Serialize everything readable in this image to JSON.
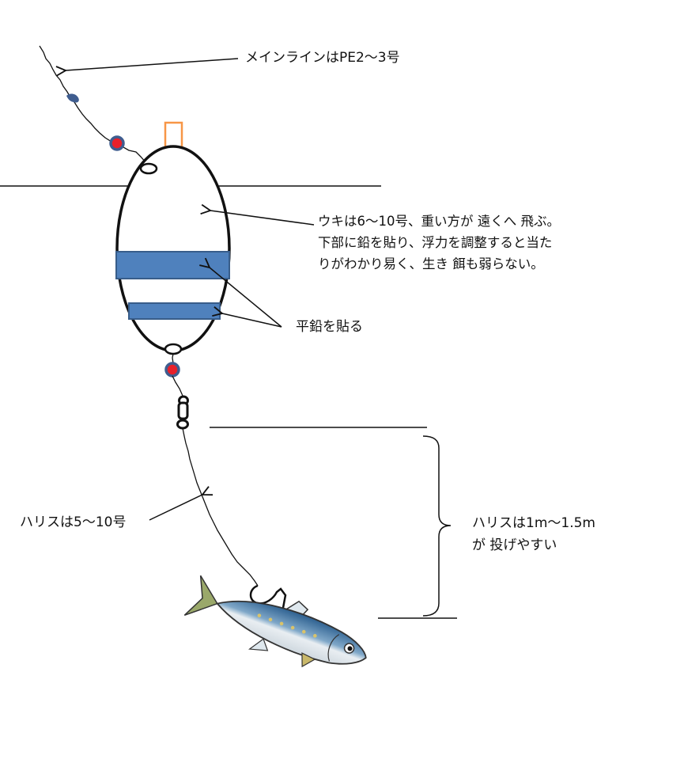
{
  "labels": {
    "main_line": "メインラインはPE2～3号",
    "float_lines": [
      "ウキは6～10号、重い方が 遠くへ 飛ぶ。",
      "下部に鉛を貼り、浮力を調整すると当た",
      "りがわかり易く、生き 餌も弱らない。"
    ],
    "lead": "平鉛を貼る",
    "harisu": "ハリスは5～10号",
    "harisu_length_lines": [
      "ハリスは1m～1.5m",
      "が 投げやすい"
    ]
  },
  "colors": {
    "line": "#111111",
    "float_band": "#4f81bd",
    "float_band_border": "#385d8a",
    "float_top": "#f79646",
    "bead_fill": "#e8202a",
    "bead_ring": "#3f5d8f",
    "fish_back": "#2c5f8f",
    "fish_belly": "#e9eef2"
  },
  "icons": {
    "float": "float-icon",
    "fish": "sardine-bait-icon",
    "swivel": "swivel-icon",
    "bead": "stopper-bead-icon"
  }
}
